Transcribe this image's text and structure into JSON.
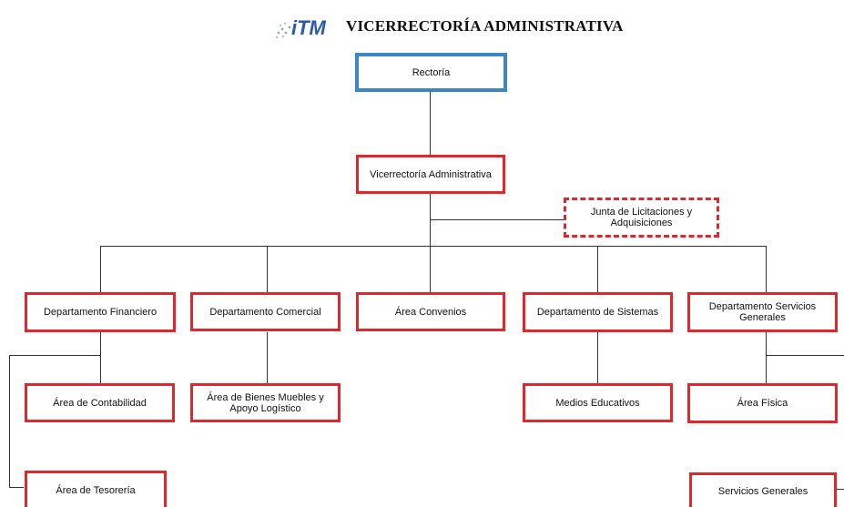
{
  "header": {
    "logo_text": "iTM",
    "title": "VICERRECTORÍA ADMINISTRATIVA"
  },
  "org": {
    "root": "Rectoría",
    "vicerrectoria": "Vicerrectoría Administrativa",
    "junta": "Junta de Licitaciones y Adquisiciones",
    "departments": {
      "financiero": "Departamento Financiero",
      "comercial": "Departamento Comercial",
      "convenios": "Área Convenios",
      "sistemas": "Departamento de Sistemas",
      "servicios": "Departamento Servicios Generales"
    },
    "units": {
      "contabilidad": "Área de Contabilidad",
      "tesoreria": "Área de Tesorería",
      "bienes": "Área de Bienes Muebles y Apoyo Logístico",
      "medios": "Medios Educativos",
      "fisica": "Área Física",
      "servicios_generales": "Servicios Generales"
    }
  },
  "colors": {
    "unit_border": "#e3262b",
    "root_border": "#3d86c6",
    "connector": "#333333",
    "logo_blue": "#2a5aa8"
  }
}
